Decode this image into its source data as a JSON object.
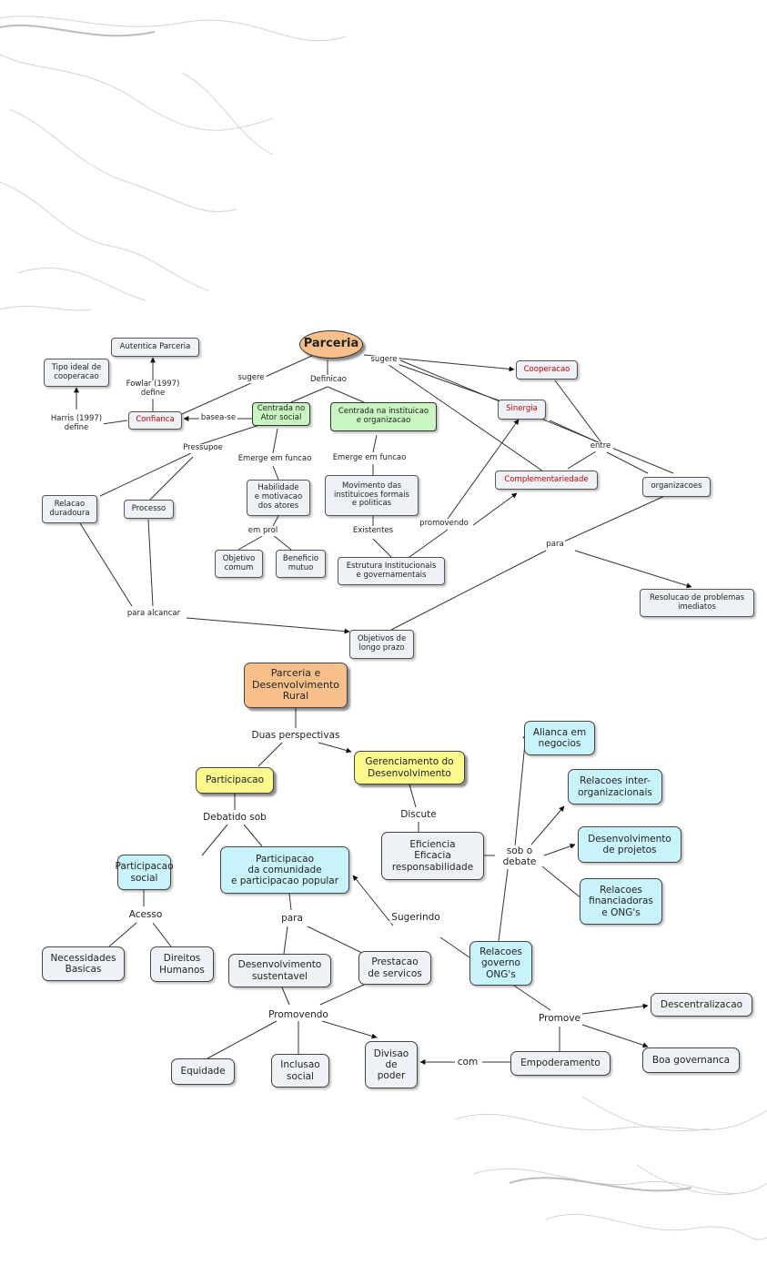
{
  "map1": {
    "nodes": {
      "parceria": "Parceria",
      "autentica": "Autentica Parceria",
      "tipo_ideal": "Tipo ideal de\ncooperacao",
      "confianca": "Confianca",
      "centrada_ator": "Centrada no\nAtor social",
      "centrada_inst": "Centrada na instituicao\ne organizacao",
      "cooperacao": "Cooperacao",
      "sinergia": "Sinergia",
      "complementariedade": "Complementariedade",
      "organizacoes": "organizacoes",
      "relacao_duradoura": "Relacao\nduradoura",
      "processo": "Processo",
      "habilidade": "Habilidade\ne motivacao\ndos atores",
      "movimento": "Movimento das\ninstituicoes formais\ne politicas",
      "objetivo_comum": "Objetivo\ncomum",
      "beneficio": "Beneficio\nmutuo",
      "estrutura": "Estrutura Institucionais\ne governamentais",
      "resolucao": "Resolucao de problemas\nimediatos",
      "objetivos_longo": "Objetivos de\nlongo prazo"
    },
    "labels": {
      "sugere_left": "sugere",
      "sugere_right": "sugere",
      "definicao": "Definicao",
      "fowlar": "Fowlar (1997)\ndefine",
      "harris": "Harris (1997)\ndefine",
      "basease": "basea-se",
      "pressupoe": "Pressupoe",
      "emerge1": "Emerge em funcao",
      "emerge2": "Emerge em funcao",
      "entre": "entre",
      "em_prol": "em prol",
      "existentes": "Existentes",
      "promovendo": "promovendo",
      "para": "para",
      "para_alcancar": "para alcancar"
    }
  },
  "map2": {
    "nodes": {
      "root": "Parceria e\nDesenvolvimento\nRural",
      "participacao": "Participacao",
      "gerenciamento": "Gerenciamento do\nDesenvolvimento",
      "alianca": "Alianca em\nnegocios",
      "relacoes_inter": "Relacoes inter-\norganizacionais",
      "desenv_projetos": "Desenvolvimento\nde projetos",
      "relacoes_fin": "Relacoes\nfinanciadoras\ne ONG's",
      "eficiencia": "Eficiencia\nEficacia\nresponsabilidade",
      "participacao_social": "Participacao\nsocial",
      "participacao_comunidade": "Participacao\nda comunidade\ne participacao popular",
      "necessidades": "Necessidades\nBasicas",
      "direitos": "Direitos\nHumanos",
      "desenv_sustentavel": "Desenvolvimento\nsustentavel",
      "prestacao": "Prestacao\nde servicos",
      "relacoes_gov": "Relacoes\ngoverno\nONG's",
      "descentralizacao": "Descentralizacao",
      "boa_governanca": "Boa governanca",
      "empoderamento": "Empoderamento",
      "equidade": "Equidade",
      "inclusao": "Inclusao\nsocial",
      "divisao": "Divisao\nde\npoder"
    },
    "labels": {
      "duas": "Duas perspectivas",
      "debatido": "Debatido sob",
      "discute": "Discute",
      "sob_debate": "sob o\ndebate",
      "acesso": "Acesso",
      "para": "para",
      "sugerindo": "Sugerindo",
      "promovendo": "Promovendo",
      "promove": "Promove",
      "com": "com"
    }
  },
  "colors": {
    "root_fill": "#f7c08a",
    "green_fill": "#c8f5c0",
    "cyan_fill": "#c9f3fb",
    "yellow_fill": "#fbf98c",
    "node_fill": "#eef2f7",
    "red_text": "#cc0000"
  }
}
